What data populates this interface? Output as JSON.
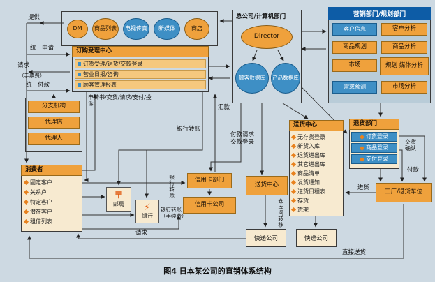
{
  "caption": "图4 日本某公司的直销体系结构",
  "colors": {
    "background": "#cdd9e2",
    "orange": "#efa13c",
    "light_orange": "#f5c87e",
    "blue": "#3e8fc5",
    "navy_header": "#0d5ca6",
    "cream": "#f7ead0"
  },
  "flow_labels": {
    "provide": "提供",
    "unified_apply": "统一申请",
    "request_fee_1": "请求",
    "request_fee_2": "（手续费）",
    "unified_pay": "统一付款",
    "apply_flow": "申请书/交货/请求/支付/投诉",
    "remit": "汇款",
    "bank_transfer_mid": "银行转账",
    "pay_request": "付款请求",
    "pay_register": "交款登录",
    "bank_transfer_side": "银行转账",
    "bank_transfer_fee_1": "银行转账",
    "bank_transfer_fee_2": "（手续费）",
    "request2": "请求",
    "warehouse_move": "仓库间转移",
    "incoming": "进货",
    "delivery_confirm": "交货确认",
    "pay": "付款",
    "direct_delivery": "直接送货"
  },
  "channels": {
    "items": [
      "DM",
      "商品列表",
      "电视传真",
      "新媒体",
      "商店"
    ]
  },
  "head_office": {
    "title": "总公司/计算机部门",
    "director": "Director",
    "customer_db": "顾客数据库",
    "product_db": "产品数据库"
  },
  "marketing": {
    "title": "营销部门/规划部门",
    "cells": [
      "客户信息",
      "客户分析",
      "商品规划",
      "商品分析",
      "市场",
      "规划 媒体分析",
      "需求预测",
      "市场分析"
    ]
  },
  "order_center": {
    "title": "订购受理中心",
    "items": [
      "订货受理/退货/交款登录",
      "营业日报/咨询",
      "顾客管理报表"
    ]
  },
  "branch": {
    "items": [
      "分支机构",
      "代理店",
      "代理人"
    ]
  },
  "consumers": {
    "title": "消费者",
    "items": [
      "固定客户",
      "关系户",
      "特定客户",
      "潜在客户",
      "租借列表"
    ]
  },
  "post_office": {
    "icon": "〒",
    "label": "邮局"
  },
  "bank": {
    "icon": "⚡",
    "label": "银行"
  },
  "credit": {
    "dept": "信用卡部门",
    "company": "信用卡公司"
  },
  "delivery_small": {
    "label": "送货中心"
  },
  "delivery_center": {
    "title": "送货中心",
    "items": [
      "无存货登录",
      "新货入库",
      "退货进出库",
      "其它进出库",
      "商品清单",
      "发货通知",
      "送货日程表",
      "存货",
      "货架"
    ]
  },
  "returns_dept": {
    "title": "退货部门",
    "items": [
      "订货登录",
      "商品登录",
      "支付登录"
    ]
  },
  "factory": {
    "label": "工厂/退货车位"
  },
  "express": {
    "left": "快递公司",
    "right": "快递公司"
  }
}
